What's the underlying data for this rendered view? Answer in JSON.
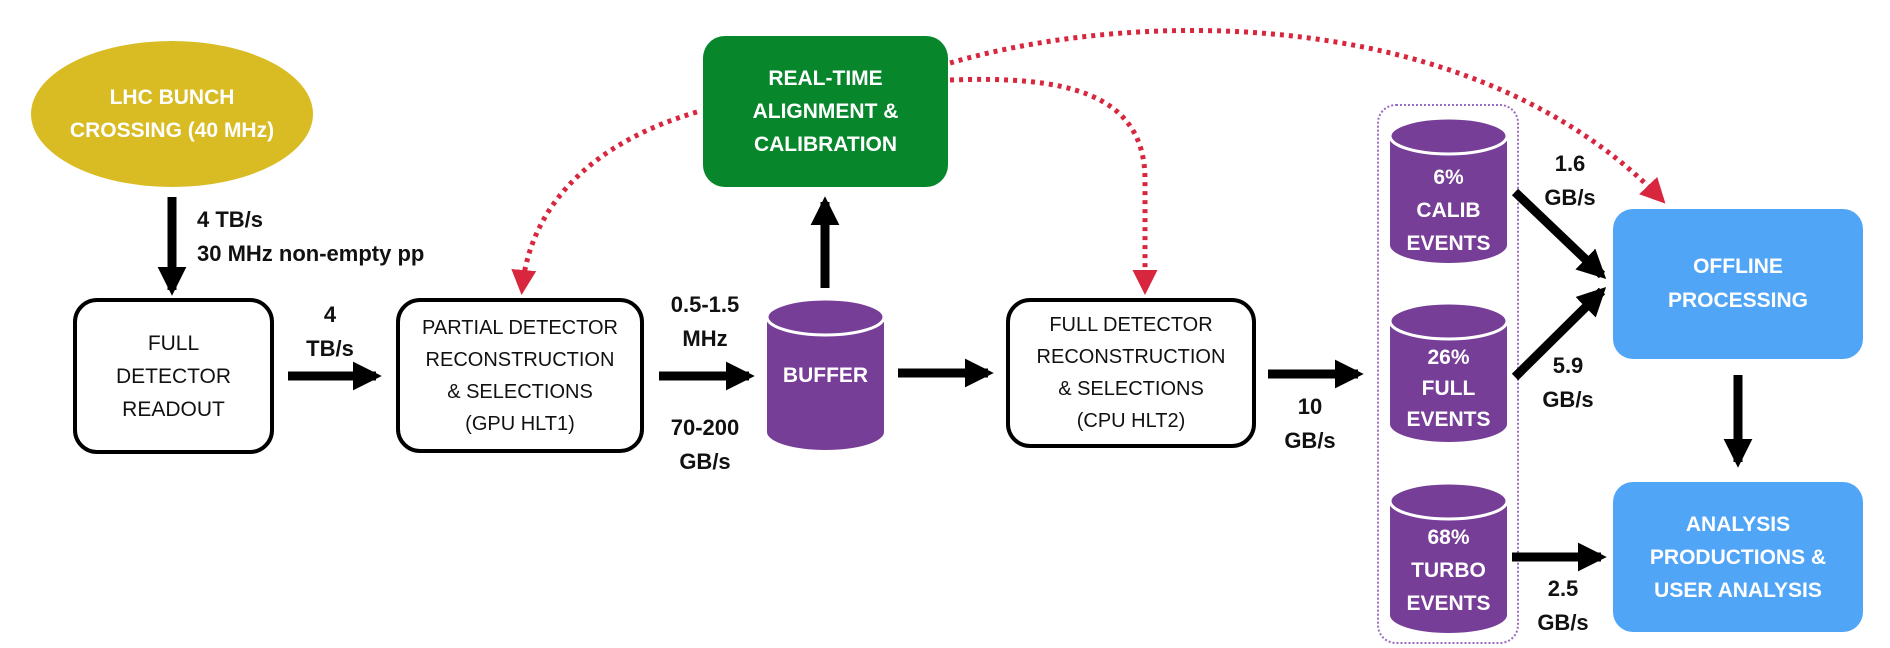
{
  "colors": {
    "lhc": "#D9BC23",
    "calibration": "#07862C",
    "storage": "#763E97",
    "offline": "#51A5F7",
    "feedback": "#D7263D",
    "arrow": "#000000",
    "container_border": "#9A6BC0"
  },
  "nodes": {
    "lhc": {
      "lines": [
        "LHC BUNCH",
        "CROSSING (40 MHz)"
      ]
    },
    "readout": {
      "lines": [
        "FULL",
        "DETECTOR",
        "READOUT"
      ]
    },
    "hlt1": {
      "lines": [
        "PARTIAL DETECTOR",
        "RECONSTRUCTION",
        "& SELECTIONS",
        "(GPU HLT1)"
      ]
    },
    "calibration": {
      "lines": [
        "REAL-TIME",
        "ALIGNMENT &",
        "CALIBRATION"
      ]
    },
    "buffer": {
      "lines": [
        "BUFFER"
      ]
    },
    "hlt2": {
      "lines": [
        "FULL DETECTOR",
        "RECONSTRUCTION",
        "& SELECTIONS",
        "(CPU HLT2)"
      ]
    },
    "calib_events": {
      "lines": [
        "6%",
        "CALIB",
        "EVENTS"
      ],
      "fraction_percent": 6
    },
    "full_events": {
      "lines": [
        "26%",
        "FULL",
        "EVENTS"
      ],
      "fraction_percent": 26
    },
    "turbo_events": {
      "lines": [
        "68%",
        "TURBO",
        "EVENTS"
      ],
      "fraction_percent": 68
    },
    "offline": {
      "lines": [
        "OFFLINE",
        "PROCESSING"
      ]
    },
    "analysis": {
      "lines": [
        "ANALYSIS",
        "PRODUCTIONS &",
        "USER ANALYSIS"
      ]
    }
  },
  "flows": {
    "lhc_to_readout": {
      "lines": [
        "4 TB/s",
        "30 MHz non-empty pp"
      ]
    },
    "readout_to_hlt1": {
      "lines": [
        "4",
        "TB/s"
      ]
    },
    "hlt1_to_buffer_top": {
      "lines": [
        "0.5-1.5",
        "MHz"
      ]
    },
    "hlt1_to_buffer_bottom": {
      "lines": [
        "70-200",
        "GB/s"
      ]
    },
    "hlt2_to_storage": {
      "lines": [
        "10",
        "GB/s"
      ]
    },
    "calib_to_offline": {
      "lines": [
        "1.6",
        "GB/s"
      ]
    },
    "full_to_offline": {
      "lines": [
        "5.9",
        "GB/s"
      ]
    },
    "turbo_to_analysis": {
      "lines": [
        "2.5",
        "GB/s"
      ]
    }
  }
}
